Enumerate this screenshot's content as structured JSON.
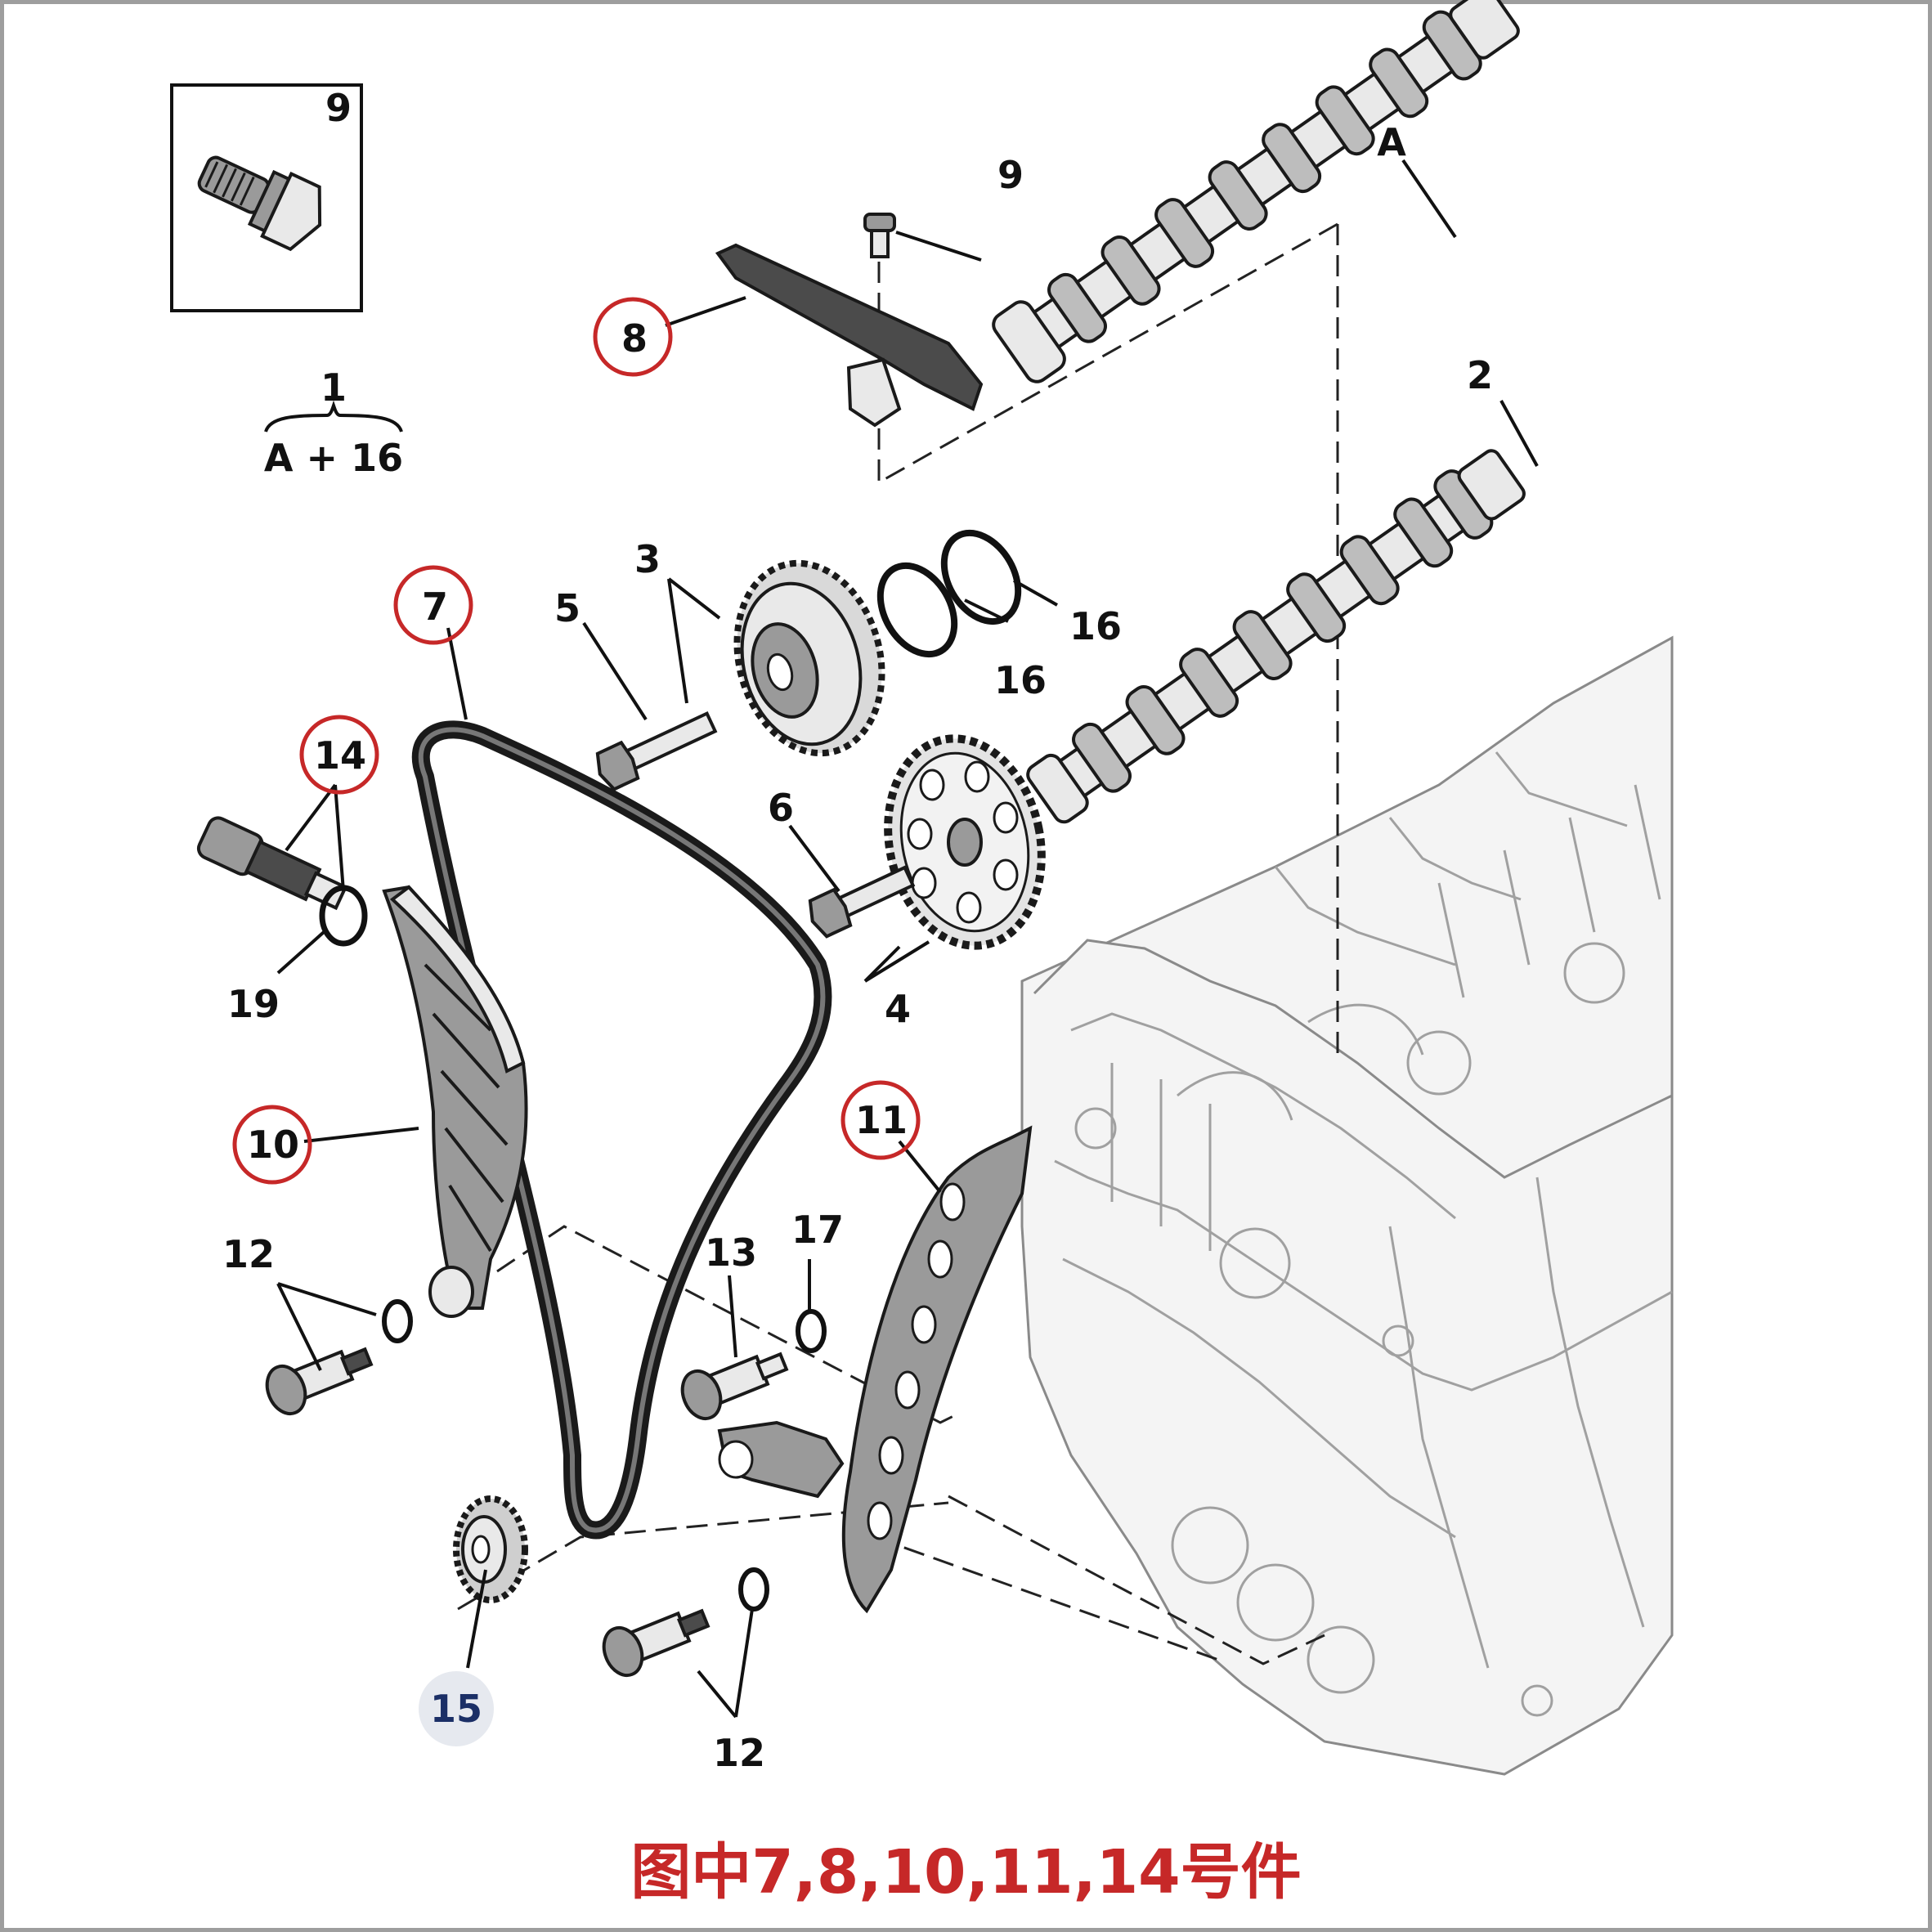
{
  "caption": "图中7,8,10,11,14号件",
  "inset_label": "9",
  "assembly": {
    "number": "1",
    "formula": "A + 16"
  },
  "labels": {
    "A": "A",
    "l2": "2",
    "l3": "3",
    "l4": "4",
    "l5": "5",
    "l6": "6",
    "l7": "7",
    "l8": "8",
    "l9": "9",
    "l10": "10",
    "l11": "11",
    "l12a": "12",
    "l12b": "12",
    "l13": "13",
    "l14": "14",
    "l15": "15",
    "l16a": "16",
    "l16b": "16",
    "l17": "17",
    "l19": "19"
  },
  "highlighted_parts": [
    "7",
    "8",
    "10",
    "11",
    "14"
  ],
  "colors": {
    "highlight_ring": "#c62828",
    "caption": "#c62828",
    "label": "#111111",
    "label_15": "#1b2f66"
  }
}
